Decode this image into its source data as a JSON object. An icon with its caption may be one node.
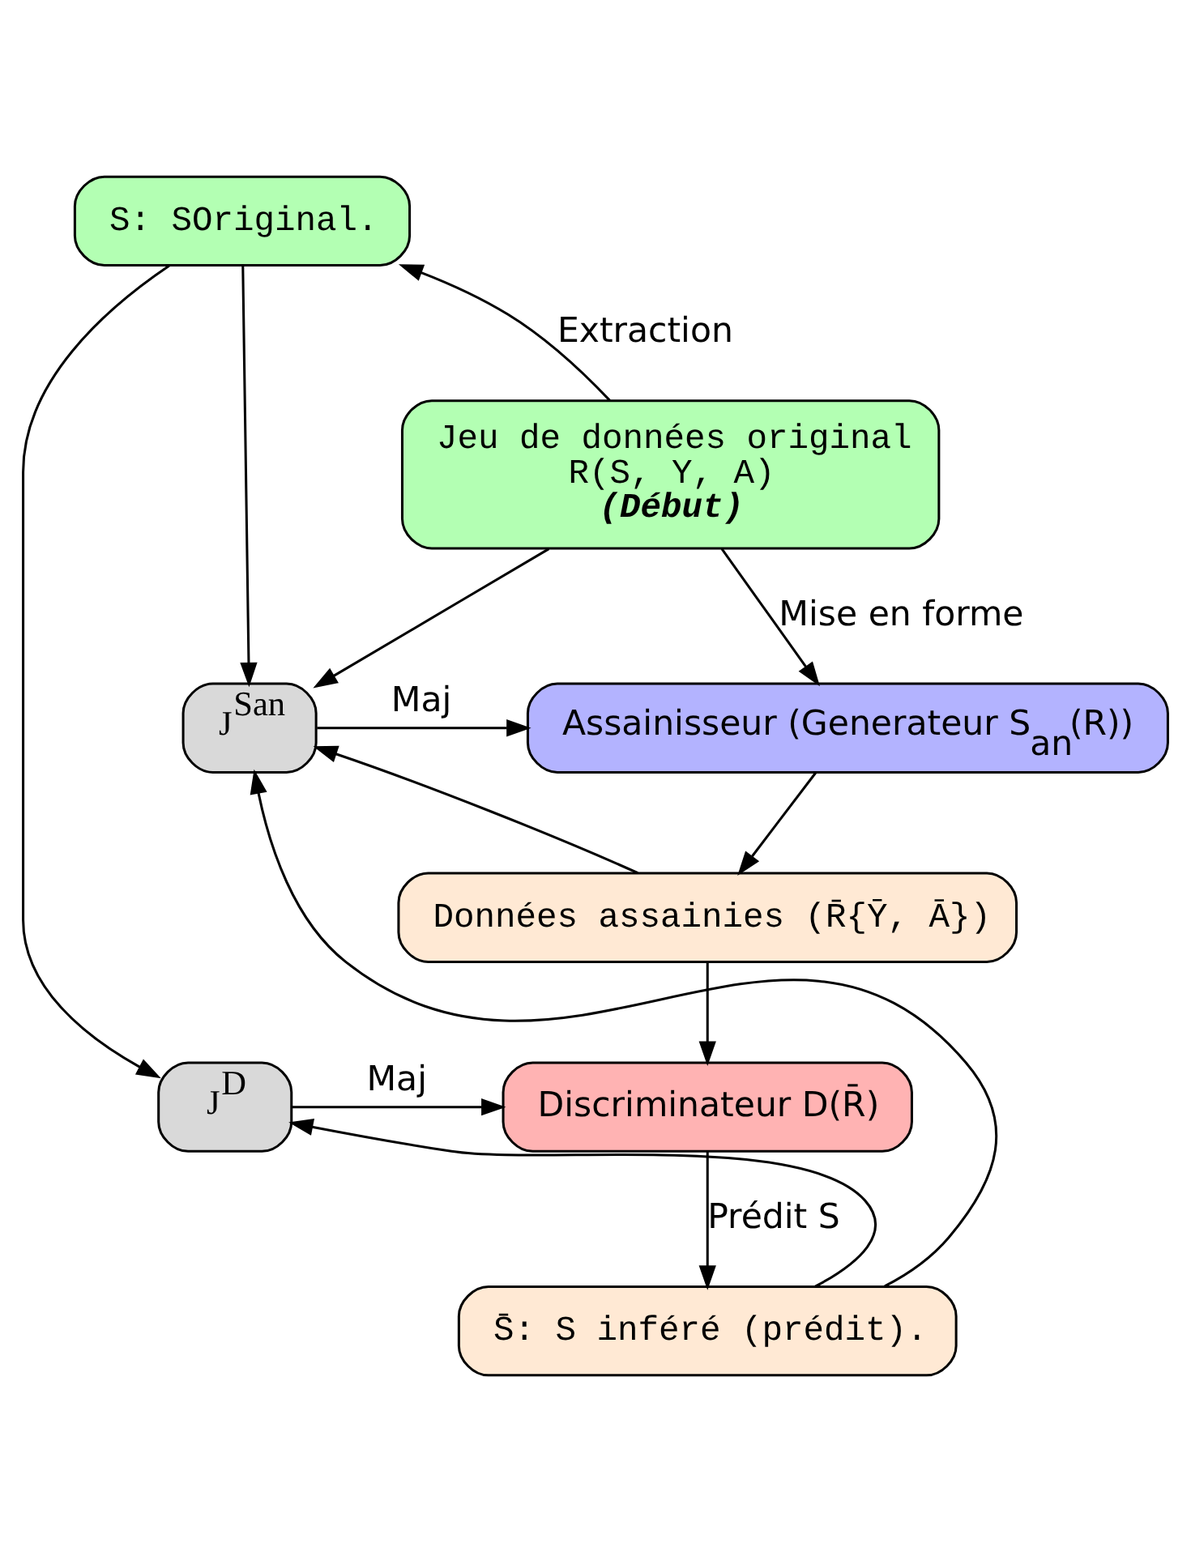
{
  "diagram": {
    "nodes": [
      {
        "text": [
          "S: SOriginal."
        ]
      },
      {
        "text": [
          "Jeu de données original",
          "R(S, Y, A)",
          "(Début)"
        ]
      },
      {
        "text": [
          "J$^{San}$"
        ]
      },
      {
        "text": [
          "Assainisseur (Generateur S$_{an}$(R))"
        ]
      },
      {
        "text": [
          "Données assainies (R̄{Ȳ, Ā})"
        ]
      },
      {
        "text": [
          "Discriminateur D(R̄)"
        ]
      },
      {
        "text": [
          "J$^{D}$"
        ]
      },
      {
        "text": [
          "S̄: S inféré (prédit)."
        ]
      }
    ],
    "edges": [
      {
        "from": 1,
        "to": 0,
        "arrow": "to",
        "label": "Extraction"
      },
      {
        "from": 0,
        "to": 2,
        "arrow": "to"
      },
      {
        "from": 0,
        "to": 6,
        "arrow": "to"
      },
      {
        "from": 1,
        "to": 2,
        "arrow": "to"
      },
      {
        "from": 1,
        "to": 3,
        "arrow": "to",
        "label": "Mise en forme"
      },
      {
        "from": 2,
        "to": 3,
        "arrow": "to",
        "label": "Maj"
      },
      {
        "from": 4,
        "to": 2,
        "arrow": "to"
      },
      {
        "from": 3,
        "to": 4,
        "arrow": "to"
      },
      {
        "from": 4,
        "to": 5,
        "arrow": "to"
      },
      {
        "from": 6,
        "to": 5,
        "arrow": "to",
        "label": "Maj"
      },
      {
        "from": 5,
        "to": 7,
        "arrow": "to",
        "label": "Prédit S"
      },
      {
        "from": 7,
        "to": 2,
        "arrow": "to"
      },
      {
        "from": 7,
        "to": 6,
        "arrow": "to"
      }
    ]
  }
}
